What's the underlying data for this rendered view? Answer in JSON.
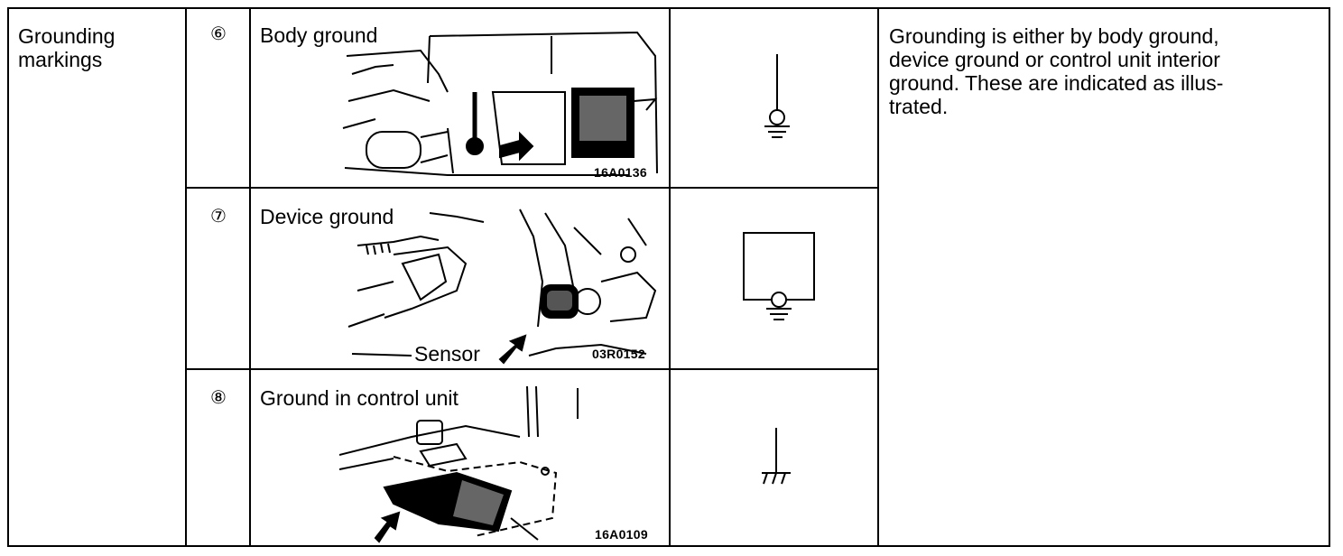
{
  "category": {
    "label": "Grounding\nmarkings"
  },
  "description": "Grounding is either by body ground,\ndevice ground or control unit interior\nground. These are indicated as illus-\ntrated.",
  "rows": [
    {
      "number": "⑥",
      "title": "Body ground",
      "figure_code": "16A0136",
      "symbol_icon": "body-ground-symbol"
    },
    {
      "number": "⑦",
      "title": "Device ground",
      "figure_code": "03R0152",
      "callout": "Sensor",
      "symbol_icon": "device-ground-symbol"
    },
    {
      "number": "⑧",
      "title": "Ground in control unit",
      "figure_code": "16A0109",
      "symbol_icon": "control-unit-ground-symbol"
    }
  ]
}
